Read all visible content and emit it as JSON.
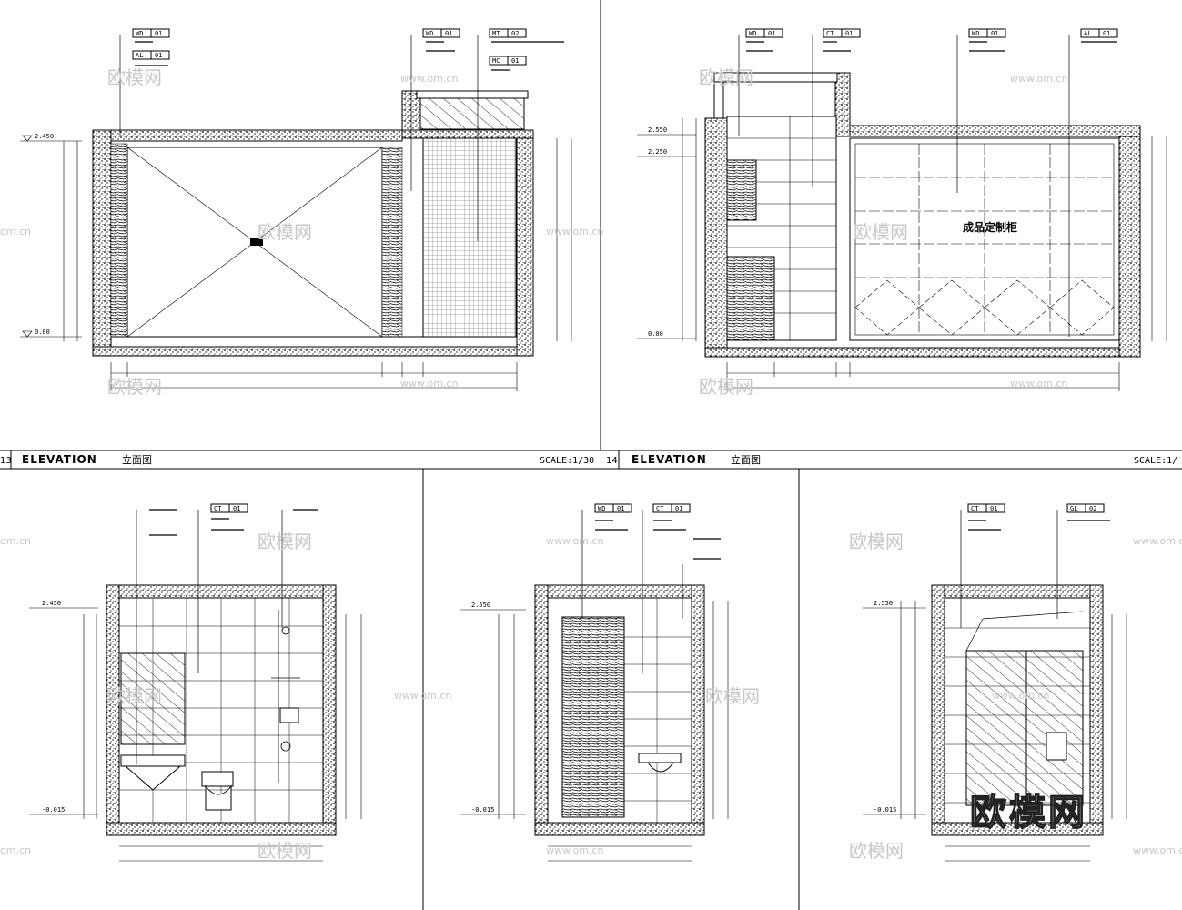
{
  "sheet_titles": [
    {
      "main": "ELEVATION",
      "sub": "立面图",
      "scale": "SCALE:1/30",
      "sheet_no": "13"
    },
    {
      "main": "ELEVATION",
      "sub": "立面图",
      "scale": "SCALE:1/",
      "sheet_no": "14"
    }
  ],
  "watermark": {
    "brand": "欧模网",
    "url": "www.om.cn",
    "url_short": "om.cn",
    "big": "欧模网"
  },
  "callout_tags": {
    "wd": "WD",
    "al": "AL",
    "mt": "MT",
    "mc": "MC",
    "ct": "CT",
    "gl": "GL",
    "n01": "01",
    "n02": "02"
  },
  "elevation_labels": {
    "cabinet": "成品定制柜"
  },
  "level_marks": {
    "l2450": "2.450",
    "l2550": "2.550",
    "l2250": "2.250",
    "l000": "0.00",
    "lneg": "-0.015"
  }
}
